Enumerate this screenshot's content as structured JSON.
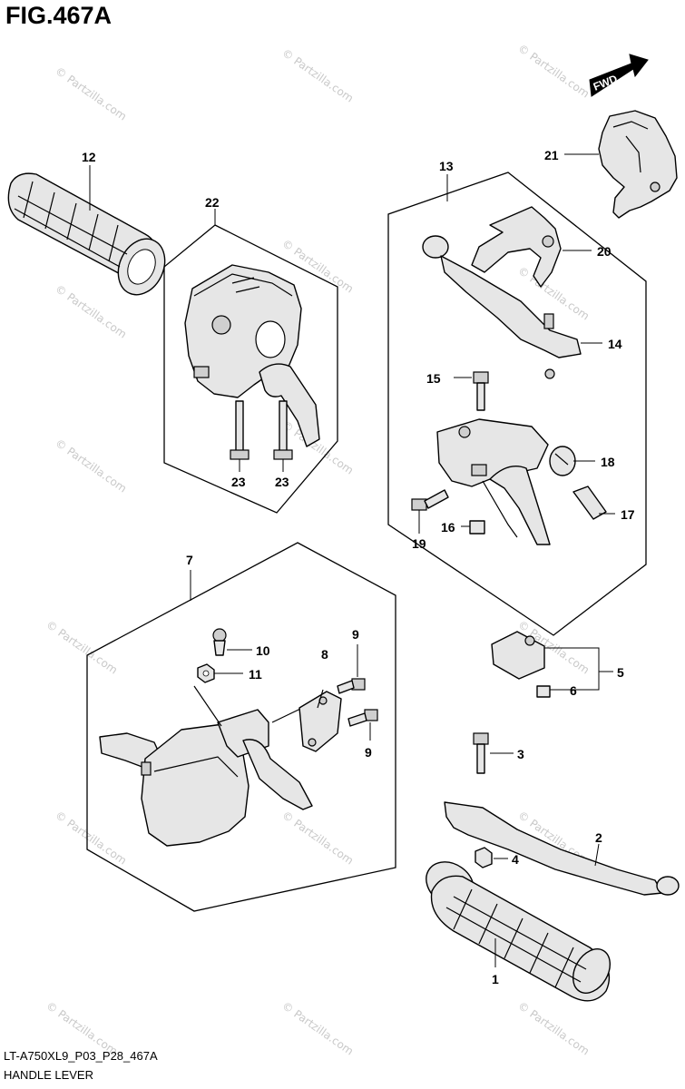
{
  "figure_title": "FIG.467A",
  "fwd_label": "FWD",
  "footer": {
    "code": "LT-A750XL9_P03_P28_467A",
    "name": "HANDLE LEVER"
  },
  "watermark": "© Partzilla.com",
  "callouts": {
    "c1": "1",
    "c2": "2",
    "c3": "3",
    "c4": "4",
    "c5": "5",
    "c6": "6",
    "c7": "7",
    "c8": "8",
    "c9a": "9",
    "c9b": "9",
    "c10": "10",
    "c11": "11",
    "c12": "12",
    "c13": "13",
    "c14": "14",
    "c15": "15",
    "c16": "16",
    "c17": "17",
    "c18": "18",
    "c19": "19",
    "c20": "20",
    "c21": "21",
    "c22": "22",
    "c23a": "23",
    "c23b": "23"
  }
}
